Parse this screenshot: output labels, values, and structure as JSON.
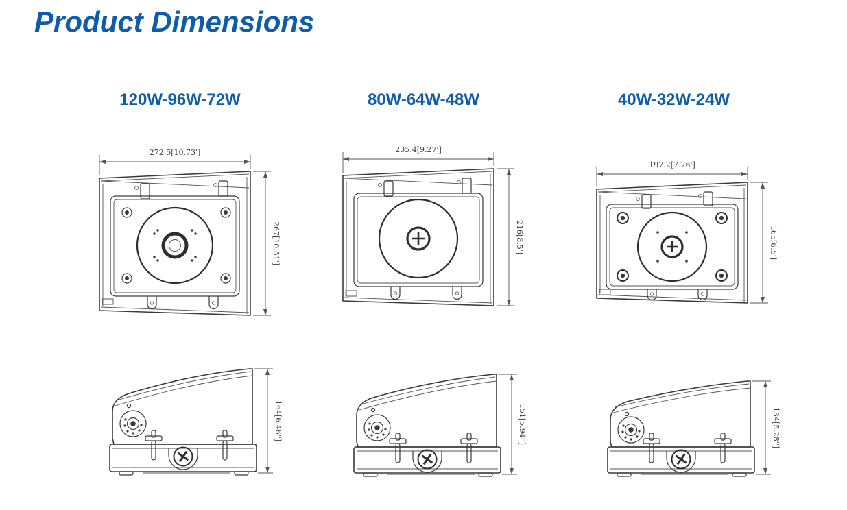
{
  "page": {
    "title": "Product Dimensions"
  },
  "colors": {
    "accent": "#0e5cac",
    "line": "#3a3a3a"
  },
  "products": [
    {
      "label": "120W-96W-72W",
      "top_view": {
        "width_label": "272.5[10.73']",
        "height_label": "267[10.51']"
      },
      "side_view": {
        "height_label": "164[6.46'']"
      }
    },
    {
      "label": "80W-64W-48W",
      "top_view": {
        "width_label": "235.4[9.27']",
        "height_label": "216[8.5']"
      },
      "side_view": {
        "height_label": "151[5.94'']"
      }
    },
    {
      "label": "40W-32W-24W",
      "top_view": {
        "width_label": "197.2[7.76']",
        "height_label": "165[6.5']"
      },
      "side_view": {
        "height_label": "134[5.28'']"
      }
    }
  ]
}
